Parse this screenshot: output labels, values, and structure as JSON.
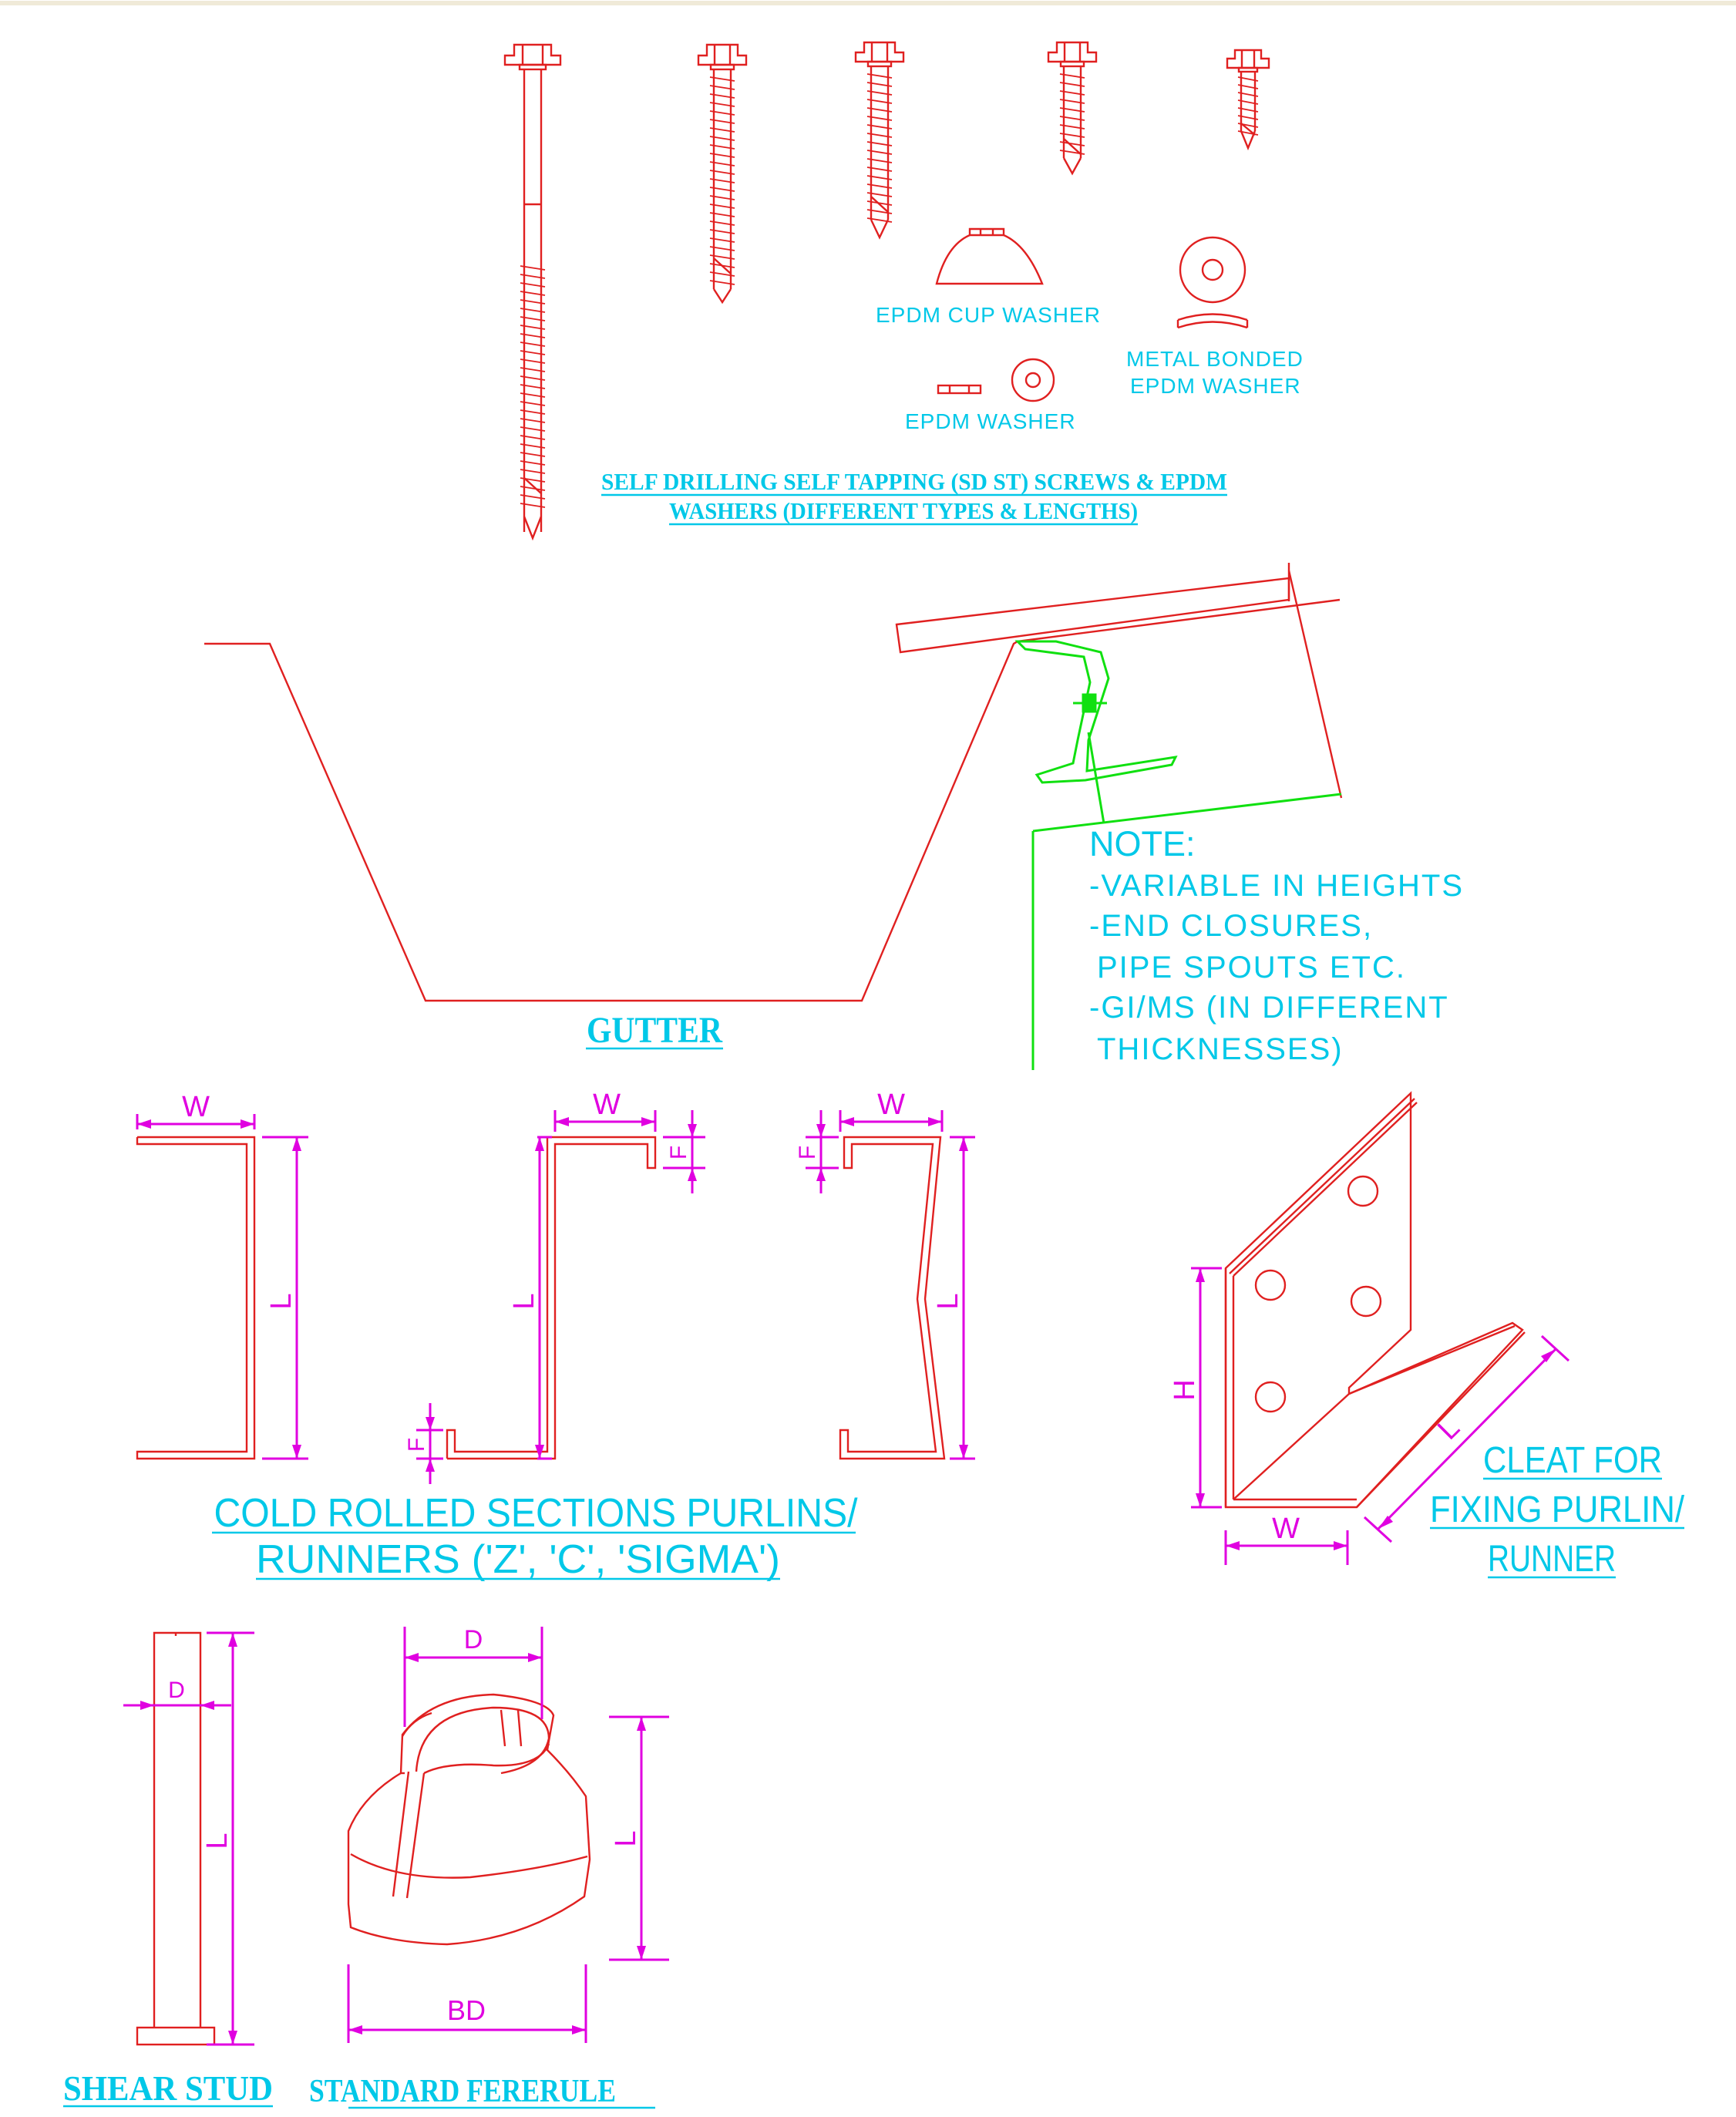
{
  "screws": {
    "caption_line1": "SELF DRILLING SELF TAPPING (SD ST) SCREWS & EPDM",
    "caption_line2": "WASHERS (DIFFERENT TYPES & LENGTHS)",
    "cup_washer_label": "EPDM CUP WASHER",
    "epdm_washer_label": "EPDM WASHER",
    "metal_bonded_line1": "METAL BONDED",
    "metal_bonded_line2": "EPDM WASHER"
  },
  "gutter": {
    "caption": "GUTTER",
    "note_title": "NOTE:",
    "note_lines": [
      "-VARIABLE IN HEIGHTS",
      "-END CLOSURES,",
      " PIPE SPOUTS ETC.",
      "-GI/MS (IN DIFFERENT",
      " THICKNESSES)"
    ]
  },
  "sections": {
    "caption_line1": "COLD ROLLED SECTIONS PURLINS/",
    "caption_line2": "RUNNERS ('Z', 'C', 'SIGMA')",
    "dim_w": "W",
    "dim_l": "L",
    "dim_f": "F"
  },
  "cleat": {
    "caption_line1": "CLEAT FOR",
    "caption_line2": "FIXING PURLIN/",
    "caption_line3": "RUNNER",
    "dim_h": "H",
    "dim_w": "W",
    "dim_l": "L"
  },
  "shear_stud": {
    "caption": "SHEAR STUD",
    "dim_d": "D",
    "dim_l": "L"
  },
  "ferrule": {
    "caption": "STANDARD FERERULE",
    "dim_d": "D",
    "dim_l": "L",
    "dim_bd": "BD"
  },
  "colors": {
    "annotation": "#00c8e8",
    "geometry": "#e02020",
    "dimension": "#e000e0",
    "purlin": "#10e010"
  }
}
